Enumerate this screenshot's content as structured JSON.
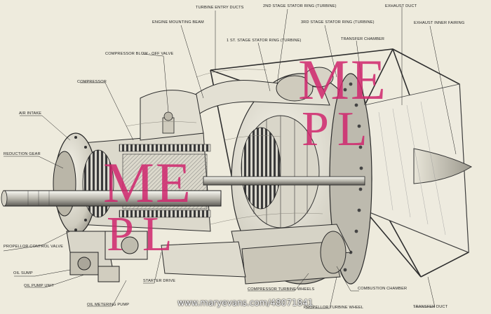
{
  "labels": {
    "turbine_entry_ducts": "TURBINE ENTRY DUCTS",
    "stator_ring_2": "2ND STAGE STATOR RING (TURBINE)",
    "exhaust_duct": "EXHAUST DUCT",
    "engine_mounting_beam": "ENGINE MOUNTING BEAM",
    "stator_ring_3": "3RD STAGE STATOR RING (TURBINE)",
    "exhaust_inner_fairing": "EXHAUST INNER FAIRING",
    "stator_ring_1": "1 ST. STAGE STATOR RING (TURBINE)",
    "transfer_chamber": "TRANSFER CHAMBER",
    "compressor_blow_off_valve": "COMPRESSOR BLOW - OFF VALVE",
    "compressor": "COMPRESSOR",
    "air_intake": "AIR INTAKE",
    "reduction_gear": "REDUCTION GEAR",
    "propellor_control_valve": "PROPELLOR CONTROL VALVE",
    "oil_sump": "OIL SUMP",
    "oil_pump_unit": "OIL PUMP UNIT",
    "starter_drive": "STARTER DRIVE",
    "oil_metering_pump": "OIL METERING PUMP",
    "compressor_turbine_wheels": "COMPRESSOR TURBINE WHEELS",
    "combustion_chamber": "COMBUSTION CHAMBER",
    "propellor_turbine_wheel": "PROPELLOR TURBINE WHEEL",
    "transfer_duct": "TRANSFER DUCT"
  },
  "watermark": {
    "line1": "ME",
    "line2": "PL",
    "color": "#d0286e"
  },
  "credit": "www.maryevans.com/48071841"
}
